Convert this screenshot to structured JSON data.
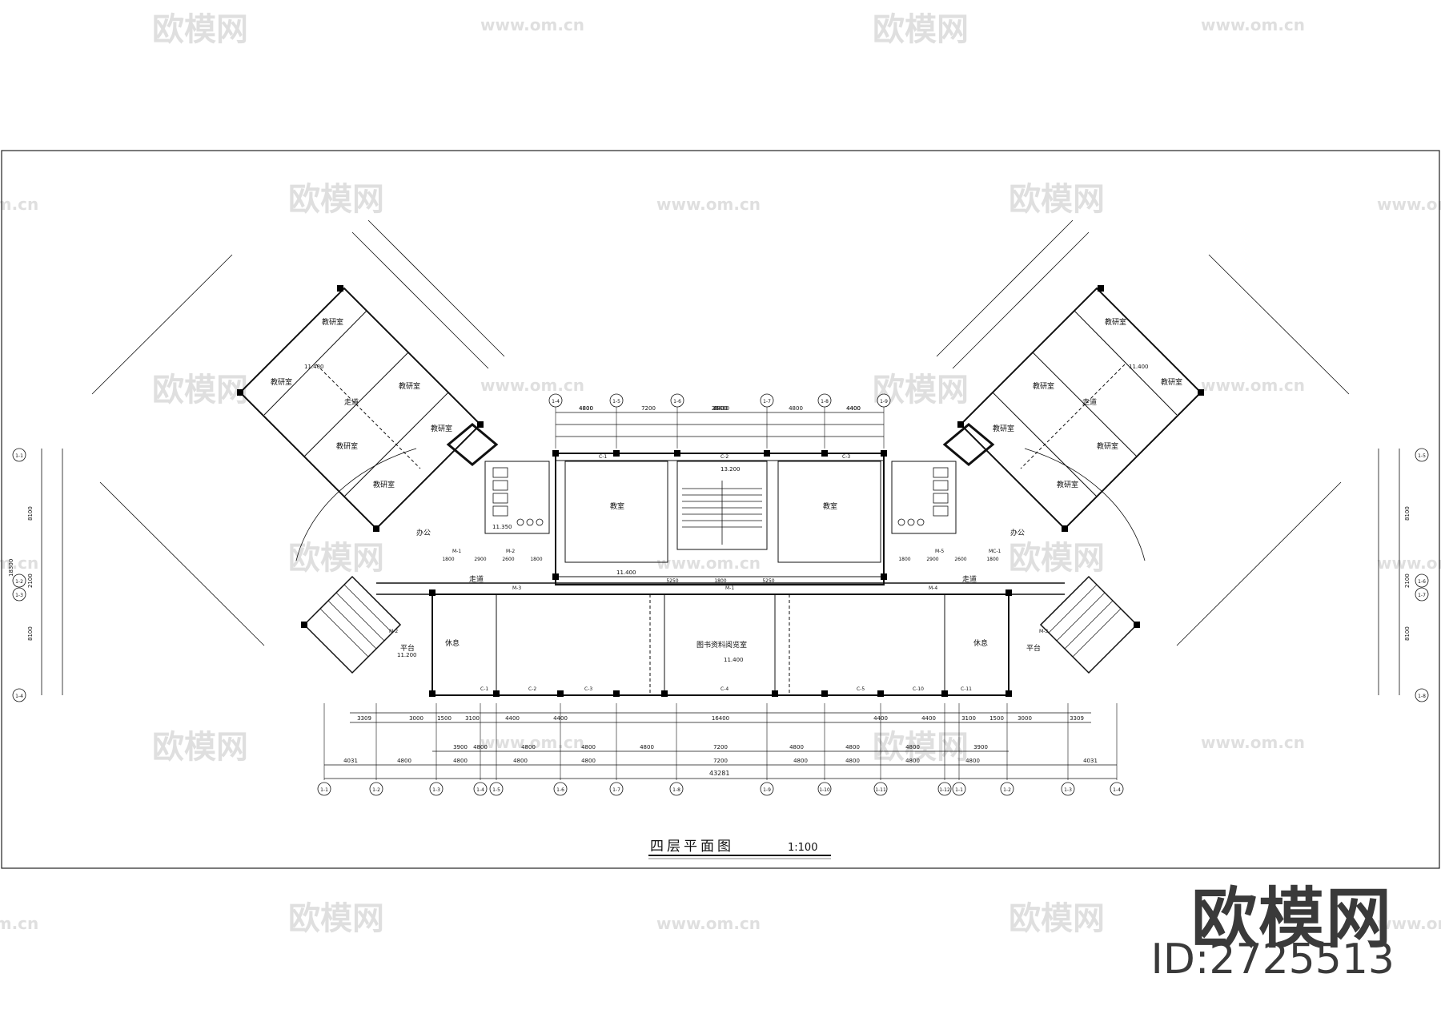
{
  "watermark": {
    "brand": "欧模网",
    "url": "www.om.cn",
    "url_short": "om.cn"
  },
  "brand_mark": {
    "name": "欧模网",
    "id_label": "ID:2725513"
  },
  "drawing": {
    "title": "四层平面图",
    "scale": "1:100",
    "rooms": {
      "teaching_research": "教研室",
      "classroom": "教室",
      "office": "办公",
      "corridor": "走道",
      "lounge": "休息",
      "library": "图书资料阅览室",
      "platform": "平台"
    },
    "elevations": [
      "11.400",
      "13.200",
      "11.350",
      "11.200",
      "13.200"
    ],
    "top_dims": [
      "26400",
      "4800",
      "7200",
      "4800",
      "4800",
      "4400",
      "6800",
      "4400",
      "4800"
    ],
    "bottom_dims_row1": [
      "3309",
      "3000",
      "1500",
      "3100",
      "4400",
      "4400",
      "16400",
      "4400",
      "4400",
      "3100",
      "1500",
      "3000",
      "3309"
    ],
    "bottom_dims_row2": [
      "3900",
      "4800",
      "4800",
      "4800",
      "4800",
      "7200",
      "4800",
      "4800",
      "4800",
      "3900"
    ],
    "bottom_dims_row3": [
      "4031",
      "4800",
      "4800",
      "4800",
      "4800",
      "7200",
      "4800",
      "4800",
      "4800",
      "4800",
      "4031"
    ],
    "total_length": "43281",
    "axis_labels": [
      "1-1",
      "1-2",
      "1-3",
      "1-4",
      "1-5",
      "1-6",
      "1-7",
      "1-8",
      "1-9",
      "1-10",
      "1-11",
      "1-12"
    ],
    "side_dims": [
      "8100",
      "2100",
      "8100",
      "18300"
    ],
    "door_labels": [
      "M-1",
      "M-2",
      "M-3",
      "M-4",
      "M-5",
      "MC-1"
    ],
    "window_labels": [
      "C-1",
      "C-2",
      "C-3",
      "C-4",
      "C-5",
      "C-10",
      "C-11"
    ],
    "center_dims": [
      "5250",
      "1800",
      "5250"
    ],
    "wing_dims": [
      "1800",
      "2900",
      "2600",
      "1800"
    ]
  }
}
